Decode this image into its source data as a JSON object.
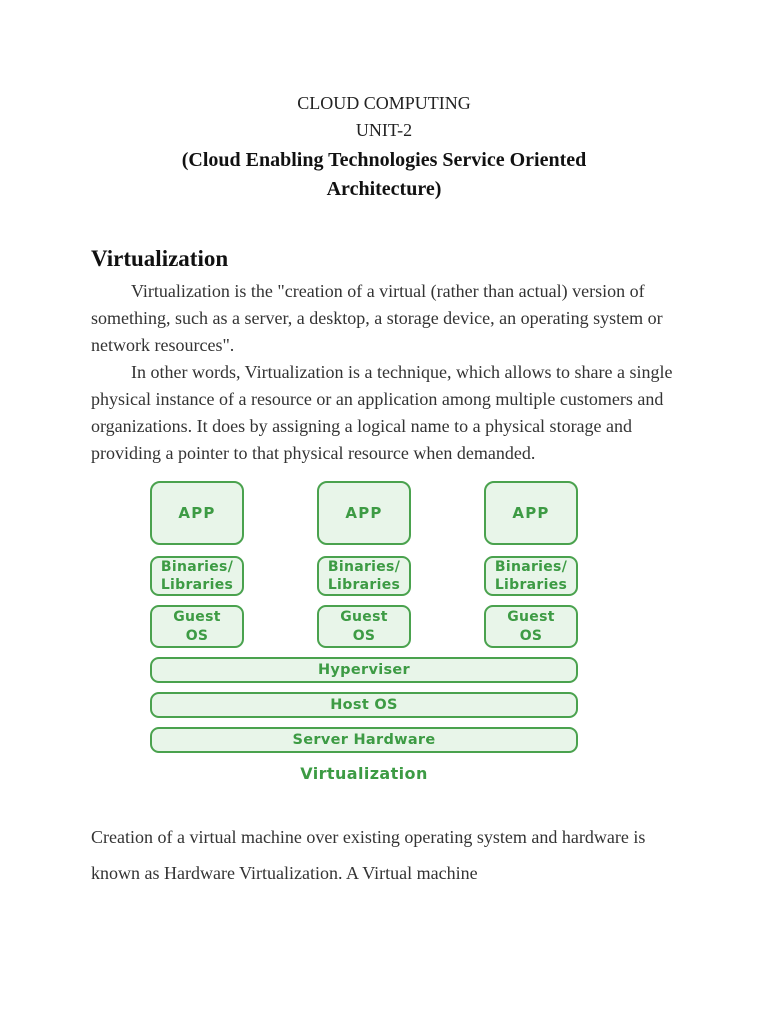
{
  "document": {
    "header": {
      "line1": "CLOUD COMPUTING",
      "line2": "UNIT-2",
      "subtitle": "(Cloud Enabling Technologies Service Oriented\nArchitecture)"
    },
    "section": {
      "heading": "Virtualization",
      "paragraph1": "Virtualization is the \"creation of a virtual (rather than actual) version of something, such as a server, a desktop, a storage device, an operating system or network resources\".",
      "paragraph2": "In other  words, Virtualization is a technique, which allows to share a single physical instance of a resource or an application among multiple customers and organizations. It does by assigning a logical name to a physical storage and providing a pointer to that physical resource when demanded."
    },
    "closing_paragraph": "Creation of a virtual machine over existing operating system and hardware is known as Hardware Virtualization. A Virtual machine"
  },
  "diagram": {
    "stacks": [
      {
        "app": "APP",
        "binaries": "Binaries/\nLibraries",
        "guest_os": "Guest\nOS"
      },
      {
        "app": "APP",
        "binaries": "Binaries/\nLibraries",
        "guest_os": "Guest\nOS"
      },
      {
        "app": "APP",
        "binaries": "Binaries/\nLibraries",
        "guest_os": "Guest\nOS"
      }
    ],
    "layers": [
      "Hyperviser",
      "Host OS",
      "Server Hardware"
    ],
    "caption": "Virtualization",
    "colors": {
      "box_border": "#4aa24e",
      "box_fill": "#e8f5e9",
      "label_text": "#3d9b44"
    }
  }
}
